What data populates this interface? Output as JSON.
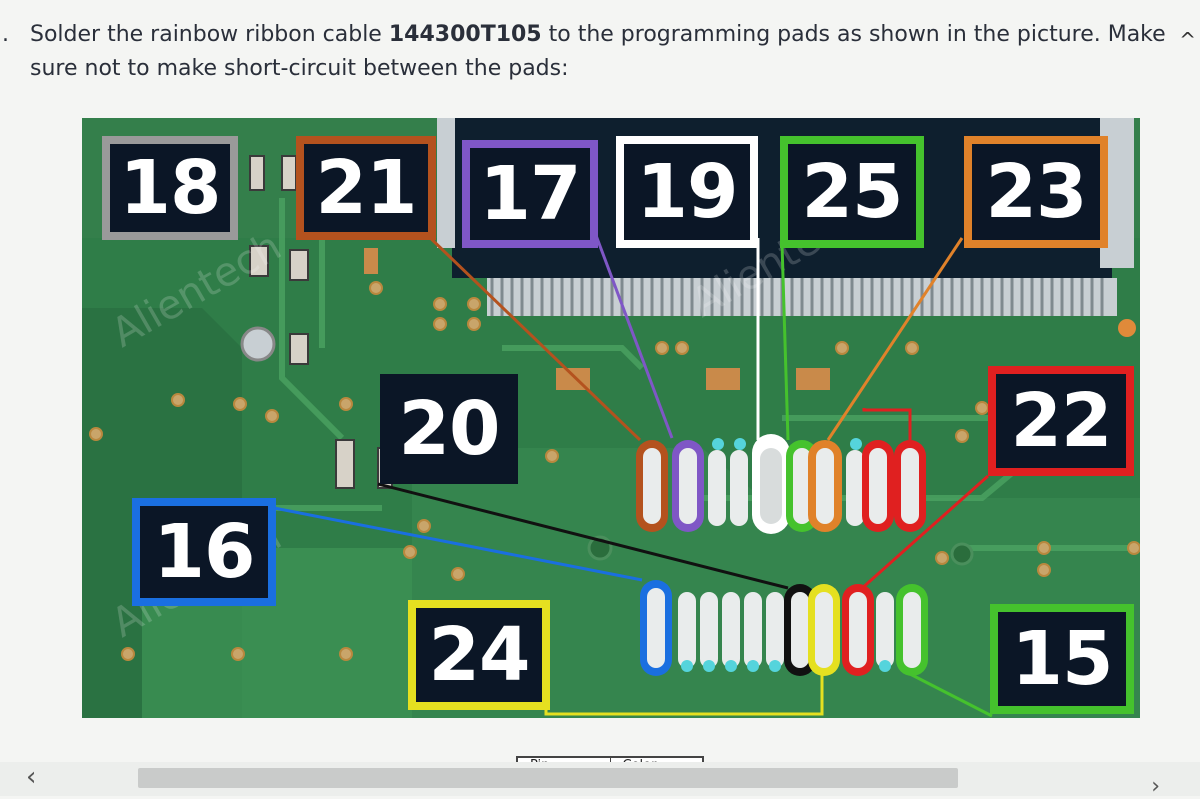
{
  "instruction": {
    "number": ".",
    "text_before": "Solder the rainbow ribbon cable ",
    "part_number": "144300T105",
    "text_after": " to the programming pads as shown in the picture. Make sure not to make short-circuit between the pads:"
  },
  "figure": {
    "watermark": "Alientech",
    "labels": [
      {
        "id": "18",
        "text": "18",
        "color": "#9a9a9a"
      },
      {
        "id": "21",
        "text": "21",
        "color": "#b4521e"
      },
      {
        "id": "17",
        "text": "17",
        "color": "#7f57c6"
      },
      {
        "id": "19",
        "text": "19",
        "color": "#ffffff"
      },
      {
        "id": "25",
        "text": "25",
        "color": "#45c22d"
      },
      {
        "id": "23",
        "text": "23",
        "color": "#e0822a"
      },
      {
        "id": "20",
        "text": "20",
        "color": "#0b1626"
      },
      {
        "id": "22",
        "text": "22",
        "color": "#e02020"
      },
      {
        "id": "16",
        "text": "16",
        "color": "#1a6fe0"
      },
      {
        "id": "24",
        "text": "24",
        "color": "#e5e020"
      },
      {
        "id": "15",
        "text": "15",
        "color": "#45c22d"
      }
    ]
  },
  "table_header": {
    "col1": "Pin",
    "col2": "Color"
  },
  "scrollbar": {
    "left_arrow": "‹",
    "right_arrow": "›"
  },
  "scroll_up_arrow": "^"
}
